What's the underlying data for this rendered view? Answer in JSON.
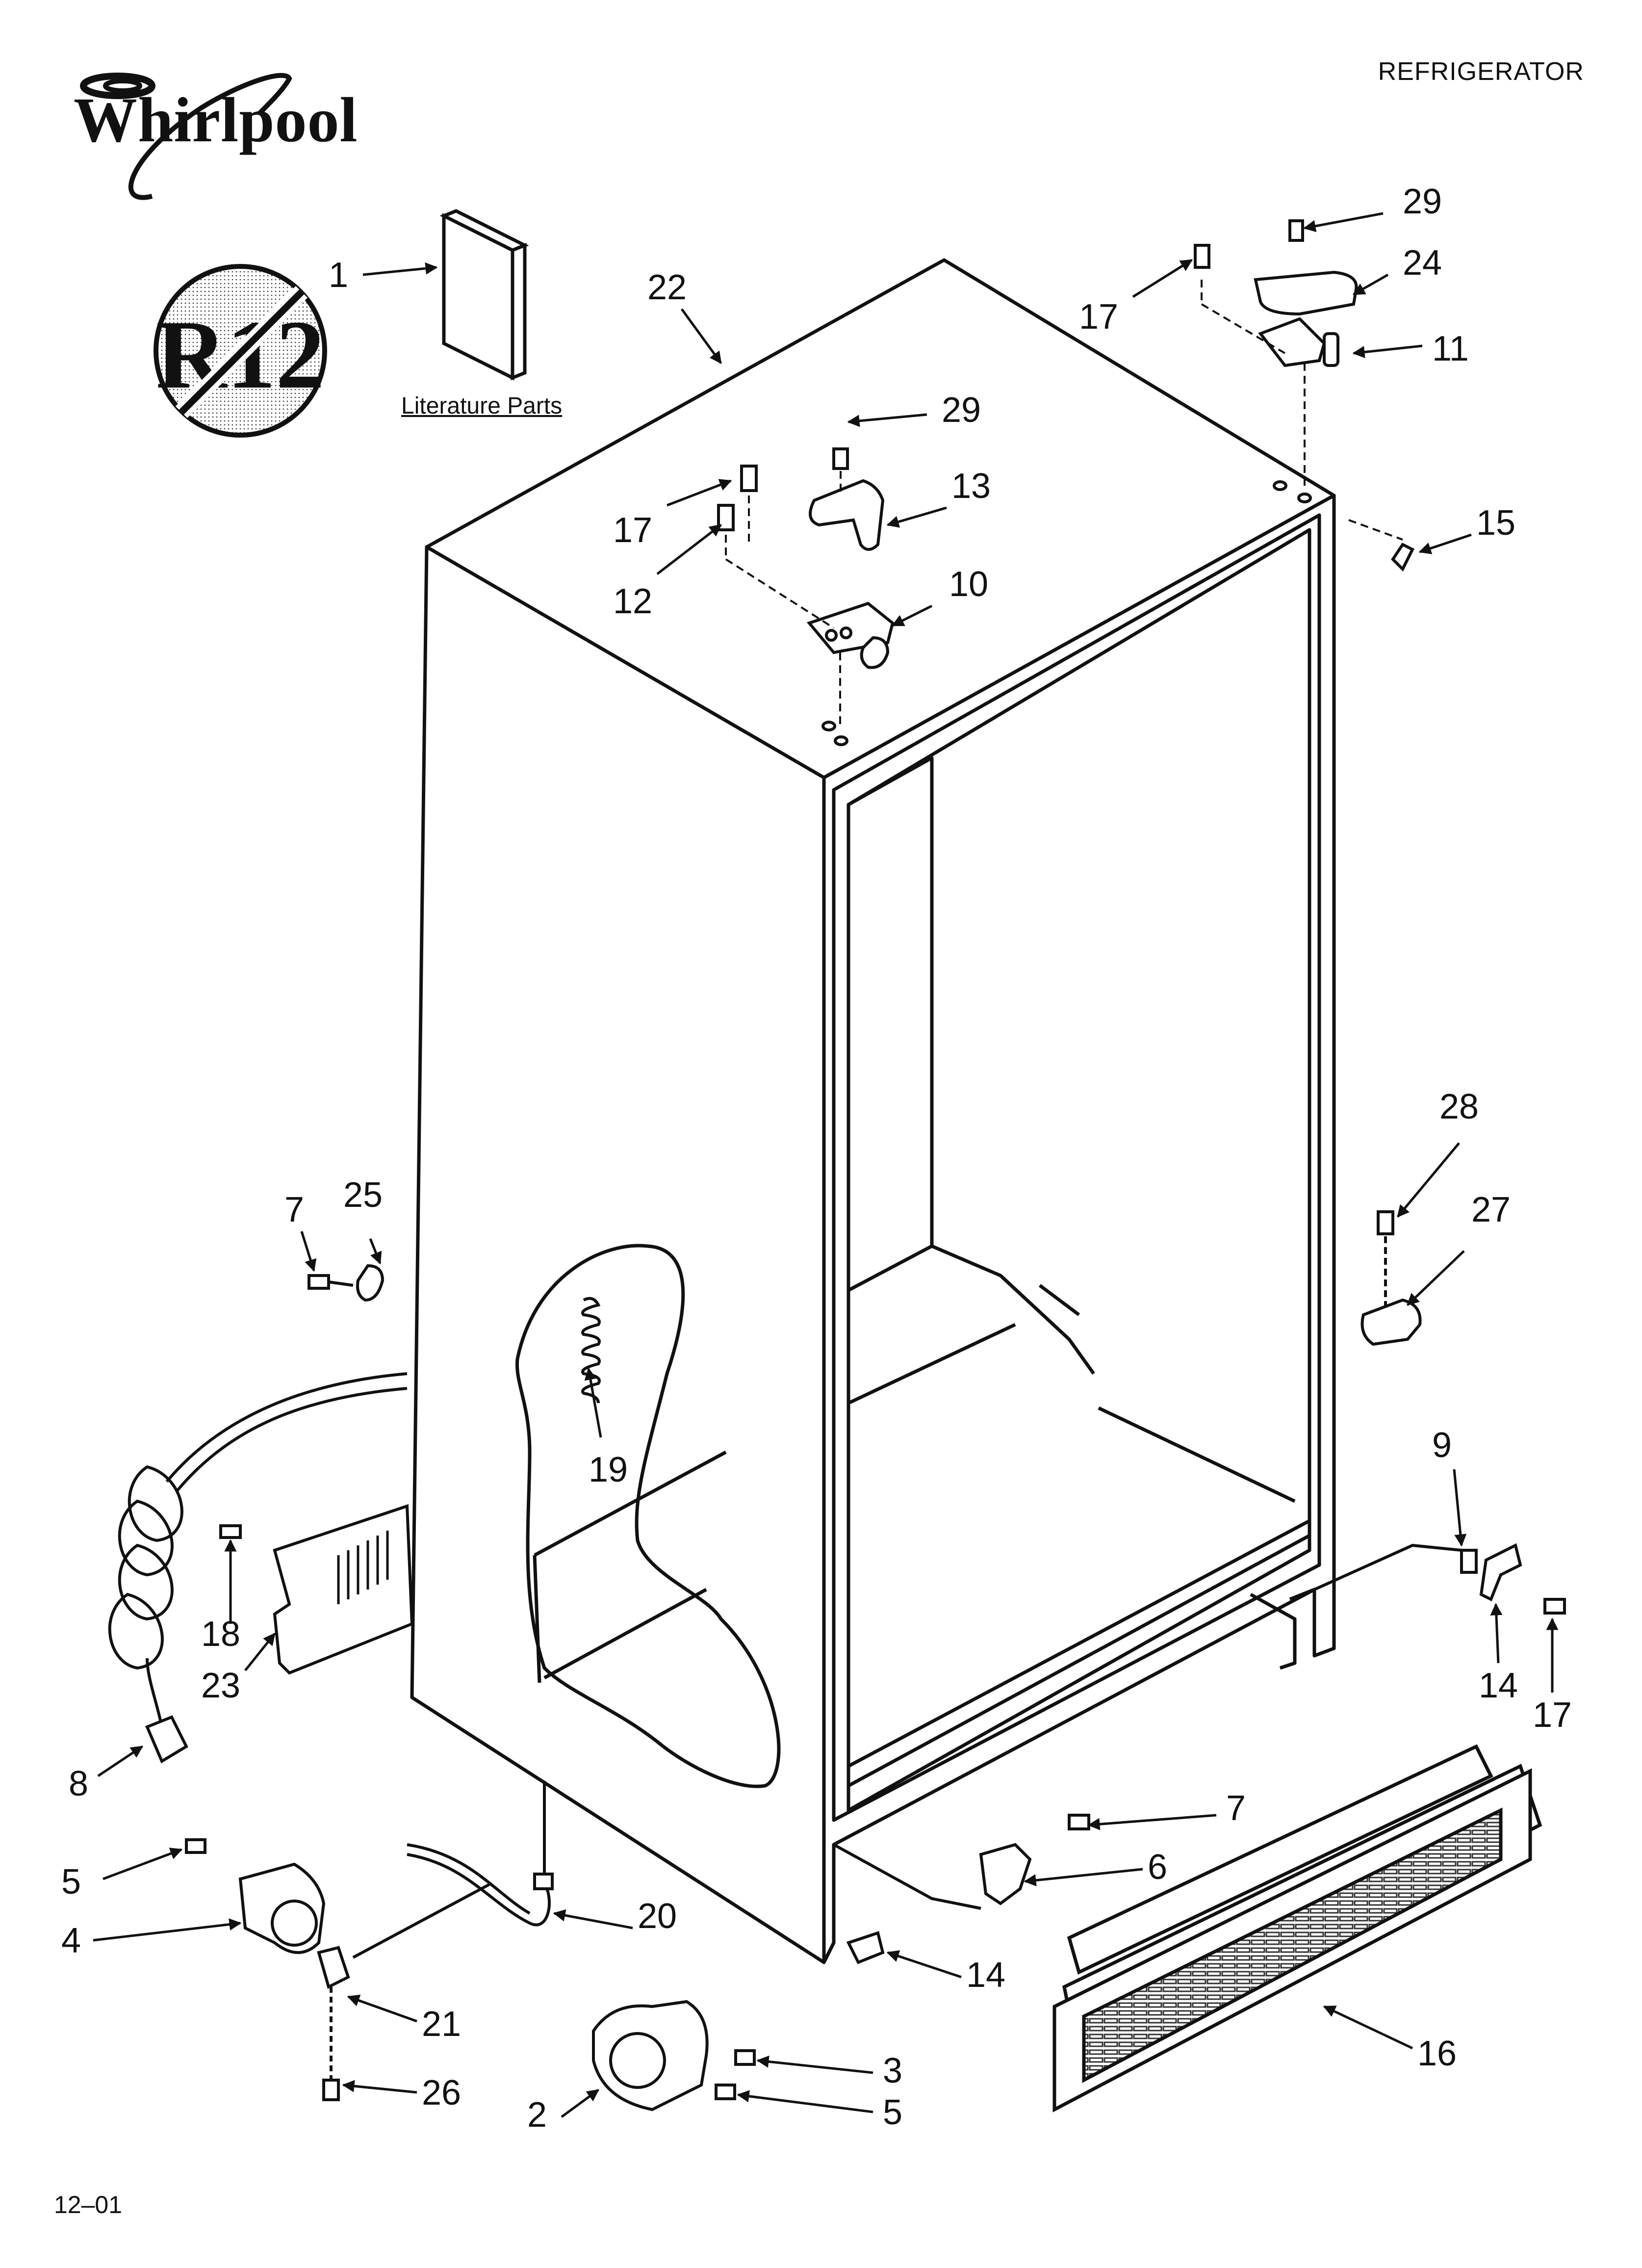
{
  "header": {
    "brand": "Whirlpool",
    "document_type": "REFRIGERATOR",
    "no_r12_symbol": "R12"
  },
  "literature_label": "Literature Parts",
  "footer": {
    "code": "12–01"
  },
  "callouts": [
    {
      "id": "c1",
      "label": "1"
    },
    {
      "id": "c22",
      "label": "22"
    },
    {
      "id": "c29a",
      "label": "29"
    },
    {
      "id": "c13",
      "label": "13"
    },
    {
      "id": "c17a",
      "label": "17"
    },
    {
      "id": "c12",
      "label": "12"
    },
    {
      "id": "c10",
      "label": "10"
    },
    {
      "id": "c29b",
      "label": "29"
    },
    {
      "id": "c24",
      "label": "24"
    },
    {
      "id": "c17b",
      "label": "17"
    },
    {
      "id": "c11",
      "label": "11"
    },
    {
      "id": "c15",
      "label": "15"
    },
    {
      "id": "c28",
      "label": "28"
    },
    {
      "id": "c27",
      "label": "27"
    },
    {
      "id": "c7a",
      "label": "7"
    },
    {
      "id": "c25",
      "label": "25"
    },
    {
      "id": "c19",
      "label": "19"
    },
    {
      "id": "c9",
      "label": "9"
    },
    {
      "id": "c14a",
      "label": "14"
    },
    {
      "id": "c17c",
      "label": "17"
    },
    {
      "id": "c18",
      "label": "18"
    },
    {
      "id": "c23",
      "label": "23"
    },
    {
      "id": "c8",
      "label": "8"
    },
    {
      "id": "c7b",
      "label": "7"
    },
    {
      "id": "c6",
      "label": "6"
    },
    {
      "id": "c5a",
      "label": "5"
    },
    {
      "id": "c4",
      "label": "4"
    },
    {
      "id": "c20",
      "label": "20"
    },
    {
      "id": "c14b",
      "label": "14"
    },
    {
      "id": "c21",
      "label": "21"
    },
    {
      "id": "c26",
      "label": "26"
    },
    {
      "id": "c3",
      "label": "3"
    },
    {
      "id": "c2",
      "label": "2"
    },
    {
      "id": "c5b",
      "label": "5"
    },
    {
      "id": "c16",
      "label": "16"
    }
  ],
  "colors": {
    "line": "#111111",
    "background": "#ffffff",
    "halftone": "#777777"
  }
}
